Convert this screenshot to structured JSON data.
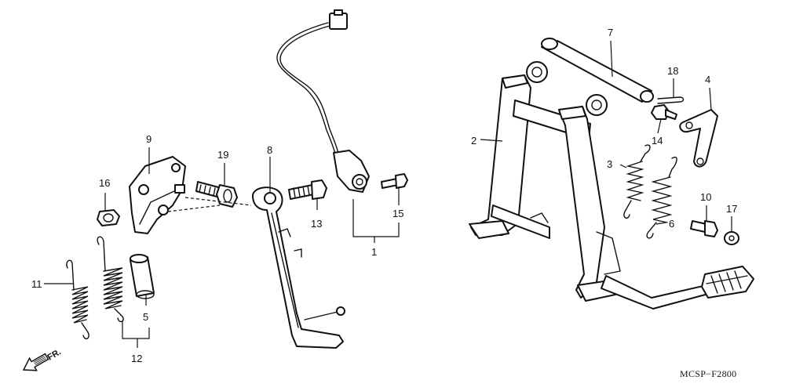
{
  "callouts": {
    "c1": "1",
    "c2": "2",
    "c3": "3",
    "c4": "4",
    "c5": "5",
    "c6": "6",
    "c7": "7",
    "c8": "8",
    "c9": "9",
    "c10": "10",
    "c11": "11",
    "c12": "12",
    "c13": "13",
    "c14": "14",
    "c15": "15",
    "c16": "16",
    "c17": "17",
    "c18": "18",
    "c19": "19"
  },
  "front_label": "FR.",
  "diagram_code": "MCSP−F2800"
}
